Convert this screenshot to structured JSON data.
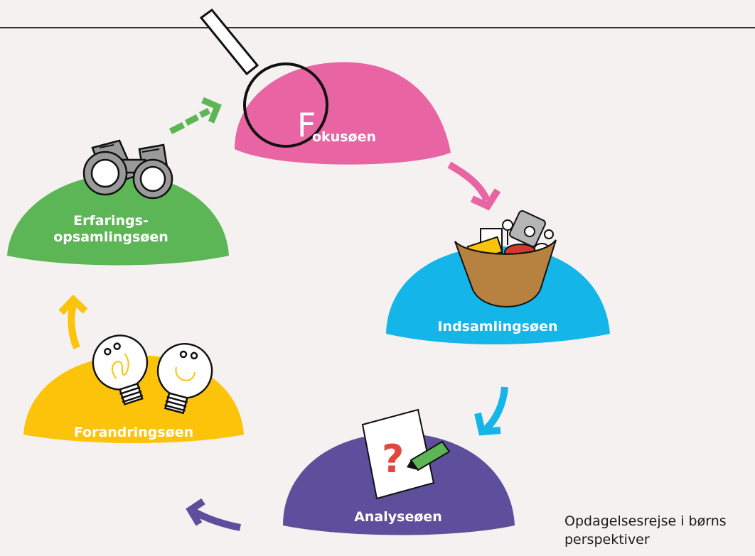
{
  "colors": {
    "background": "#f5f1f0",
    "fokus": "#e864a2",
    "indsamling": "#14b5e8",
    "analyse": "#5e4f9c",
    "forandring": "#fbc30a",
    "erfaring": "#5db655",
    "basket": "#b7823f",
    "question": "#e2463c",
    "pencil": "#5db655"
  },
  "islands": {
    "fokus": {
      "initial": "F",
      "rest": "okusøen"
    },
    "indsamling": {
      "label": "Indsamlingsøen"
    },
    "analyse": {
      "label": "Analyseøen"
    },
    "forandring": {
      "label": "Forandringsøen"
    },
    "erfaring": {
      "line1": "Erfarings-",
      "line2": "opsamlingsøen"
    }
  },
  "icons": {
    "fokus": "magnifying-glass-icon",
    "indsamling": "basket-icon",
    "analyse": "question-paper-icon",
    "forandring": "light-bulbs-icon",
    "erfaring": "binoculars-icon"
  },
  "question_mark": "?",
  "caption": "Opdagelsesrejse i børns perspektiver"
}
